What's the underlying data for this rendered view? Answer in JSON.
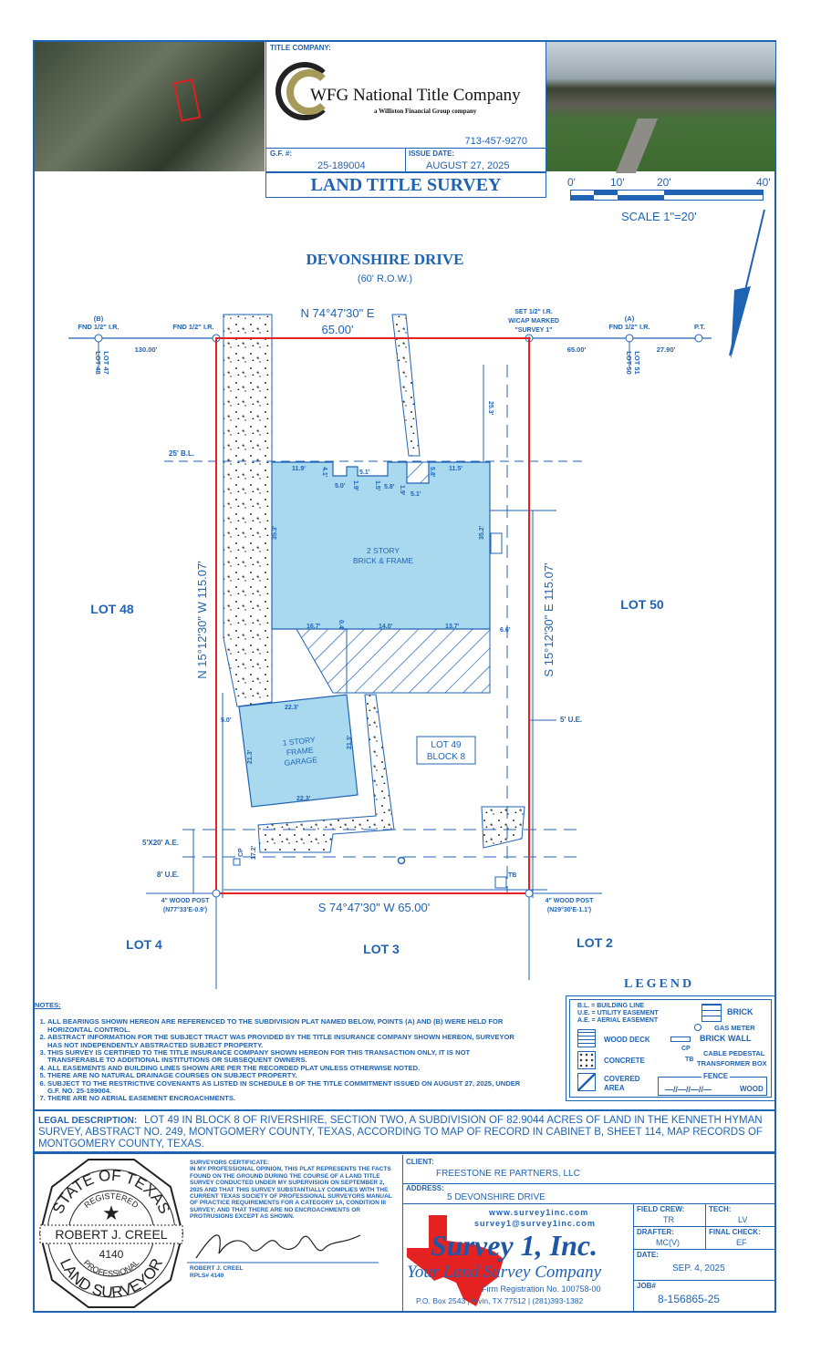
{
  "header": {
    "title_company_label": "TITLE COMPANY:",
    "company_name": "WFG National Title Company",
    "company_sub": "a Williston Financial Group company",
    "phone": "713-457-9270",
    "gf_label": "G.F. #:",
    "gf_number": "25-189004",
    "issue_label": "ISSUE DATE:",
    "issue_date": "AUGUST 27, 2025",
    "survey_title": "LAND TITLE SURVEY",
    "scale_ticks": [
      "0'",
      "10'",
      "20'",
      "40'"
    ],
    "scale_label": "SCALE 1\"=20'"
  },
  "plat": {
    "street": "DEVONSHIRE DRIVE",
    "row": "(60' R.O.W.)",
    "north_bearing": "N 74°47'30\" E",
    "north_distance": "65.00'",
    "south_bearing": "S 74°47'30\" W  65.00'",
    "west_bearing": "N 15°12'30\" W  115.07'",
    "east_bearing": "S 15°12'30\" E  115.07'",
    "point_b": "(B)",
    "point_b_label": "FND 1/2\" I.R.",
    "fnd_ir": "FND 1/2\" I.R.",
    "set_ir_1": "SET 1/2\" I.R.",
    "set_ir_2": "W/CAP MARKED",
    "set_ir_3": "\"SURVEY 1\"",
    "point_a": "(A)",
    "point_a_label": "FND 1/2\" I.R.",
    "pt": "P.T.",
    "dist_130": "130.00'",
    "dist_65": "65.00'",
    "dist_2790": "27.90'",
    "lot48_47_a": "LOT 48",
    "lot48_47_b": "LOT 47",
    "lot50_51_a": "LOT 50",
    "lot50_51_b": "LOT 51",
    "bl": "25' B.L.",
    "setback_253": "25.3'",
    "house_1": "2 STORY",
    "house_2": "BRICK & FRAME",
    "dims": [
      "11.9'",
      "4.1'",
      "5.0'",
      "1.9'",
      "5.1'",
      "1.5'",
      "5.8'",
      "1.9'",
      "5.1'",
      "5.8'",
      "11.5'",
      "35.3'",
      "35.2'",
      "16.7'",
      "0.4'",
      "14.0'",
      "13.7'",
      "6.6'",
      "22.3'",
      "21.3'",
      "21.3'",
      "22.3'",
      "5.0'",
      "17.2'"
    ],
    "garage_1": "1 STORY",
    "garage_2": "FRAME",
    "garage_3": "GARAGE",
    "ue5": "5' U.E.",
    "lot49_1": "LOT 49",
    "lot49_2": "BLOCK 8",
    "ae": "5'X20' A.E.",
    "ue8": "8' U.E.",
    "tb": "TB",
    "cp": "CP",
    "post_w_1": "4\" WOOD POST",
    "post_w_2": "(N77°33'E-0.9')",
    "post_e_1": "4\" WOOD POST",
    "post_e_2": "(N29°30'E-1.1')",
    "lot48": "LOT 48",
    "lot50": "LOT 50",
    "lot4": "LOT 4",
    "lot3": "LOT 3",
    "lot2": "LOT 2"
  },
  "colors": {
    "line": "#1f63b5",
    "boundary": "#e52222",
    "building": "#a9d9ef"
  },
  "legend": {
    "title": "LEGEND",
    "abbr": [
      "B.L.  = BUILDING LINE",
      "U.E.  = UTILITY EASEMENT",
      "A.E.  = AERIAL EASEMENT"
    ],
    "brick": "BRICK",
    "gas_meter": "GAS METER",
    "wood_deck": "WOOD DECK",
    "brick_wall": "BRICK WALL",
    "cp": "CP",
    "cable": "CABLE PEDESTAL",
    "concrete": "CONCRETE",
    "tb": "TB",
    "transformer": "TRANSFORMER BOX",
    "fence": "FENCE",
    "wood": "WOOD",
    "covered_1": "COVERED",
    "covered_2": "AREA"
  },
  "notes": {
    "title": "NOTES:",
    "items": [
      "ALL BEARINGS SHOWN HEREON ARE REFERENCED TO THE SUBDIVISION PLAT NAMED BELOW, POINTS (A) AND (B) WERE HELD FOR HORIZONTAL CONTROL.",
      "ABSTRACT INFORMATION FOR THE SUBJECT TRACT WAS PROVIDED BY THE TITLE INSURANCE COMPANY SHOWN HEREON, SURVEYOR HAS NOT INDEPENDENTLY ABSTRACTED SUBJECT PROPERTY.",
      "THIS SURVEY IS CERTIFIED TO THE TITLE INSURANCE COMPANY SHOWN HEREON FOR THIS TRANSACTION ONLY, IT IS NOT TRANSFERABLE TO ADDITIONAL INSTITUTIONS OR SUBSEQUENT OWNERS.",
      "ALL EASEMENTS AND BUILDING LINES SHOWN ARE PER THE RECORDED PLAT UNLESS OTHERWISE NOTED.",
      "THERE ARE NO NATURAL DRAINAGE COURSES ON SUBJECT PROPERTY.",
      "SUBJECT TO THE RESTRICTIVE COVENANTS AS LISTED IN SCHEDULE B OF THE TITLE COMMITMENT ISSUED ON AUGUST 27, 2025, UNDER G.F. NO. 25-189004.",
      "THERE ARE NO AERIAL EASEMENT ENCROACHMENTS."
    ]
  },
  "legal": {
    "label": "LEGAL DESCRIPTION:",
    "text": "LOT 49 IN BLOCK 8 OF RIVERSHIRE, SECTION TWO, A SUBDIVISION OF 82.9044 ACRES OF LAND IN THE KENNETH HYMAN SURVEY, ABSTRACT NO. 249, MONTGOMERY COUNTY, TEXAS, ACCORDING TO MAP OF RECORD IN CABINET B, SHEET 114, MAP RECORDS OF MONTGOMERY COUNTY, TEXAS."
  },
  "seal": {
    "top": "STATE OF TEXAS",
    "registered": "REGISTERED",
    "name": "ROBERT J. CREEL",
    "number": "4140",
    "professional": "PROFESSIONAL",
    "bottom": "LAND SURVEYOR"
  },
  "certificate": {
    "title": "SURVEYORS CERTIFICATE:",
    "body": "IN MY PROFESSIONAL OPINION, THIS PLAT REPRESENTS THE FACTS FOUND ON THE GROUND DURING THE COURSE OF A LAND TITLE SURVEY CONDUCTED UNDER MY SUPERVISION ON SEPTEMBER 2, 2025 AND THAT THIS SURVEY SUBSTANTIALLY COMPLIES WITH THE CURRENT TEXAS SOCIETY OF PROFESSIONAL SURVEYORS MANUAL OF PRACTICE REQUIREMENTS FOR A CATEGORY 1A, CONDITION III SURVEY; AND THAT THERE ARE NO ENCROACHMENTS OR PROTRUSIONS EXCEPT AS SHOWN.",
    "signer": "ROBERT J. CREEL",
    "rpls": "RPLS# 4140"
  },
  "client": {
    "label": "CLIENT:",
    "value": "FREESTONE RE PARTNERS, LLC",
    "address_label": "ADDRESS:",
    "address": "5 DEVONSHIRE DRIVE"
  },
  "surveyor_company": {
    "website": "www.survey1inc.com",
    "email": "survey1@survey1inc.com",
    "name": "Survey 1, Inc.",
    "tagline": "Your Land Survey Company",
    "registration": "Firm Registration No. 100758-00",
    "contact": "P.O. Box 2543 | Alvin, TX 77512 | (281)393-1382"
  },
  "job": {
    "field_crew_label": "FIELD CREW:",
    "field_crew": "TR",
    "tech_label": "TECH:",
    "tech": "LV",
    "drafter_label": "DRAFTER:",
    "drafter": "MC(V)",
    "final_check_label": "FINAL CHECK:",
    "final_check": "EF",
    "date_label": "DATE:",
    "date": "SEP. 4, 2025",
    "job_label": "JOB#",
    "job_number": "8-156865-25"
  }
}
